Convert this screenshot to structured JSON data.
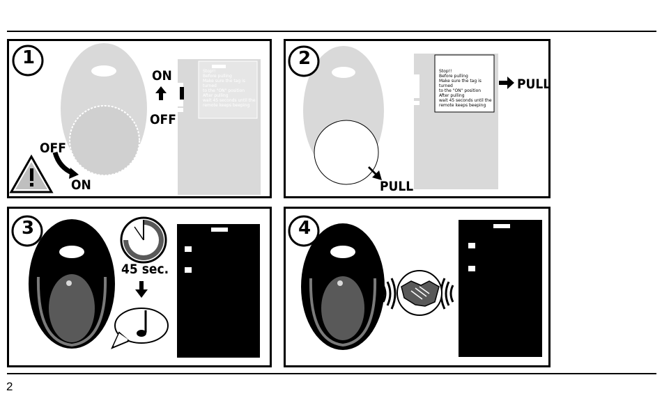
{
  "page_number": "2",
  "steps": [
    {
      "number": "1",
      "labels": {
        "on": "ON",
        "off": "OFF",
        "dial_off": "OFF",
        "dial_on": "ON"
      },
      "tag_text": [
        "Stop!!",
        "Before pulling",
        "Make sure the tag is turned",
        "to the \"ON\" position",
        "After pulling",
        "wait 45 seconds until the",
        "remote keeps beeping"
      ]
    },
    {
      "number": "2",
      "labels": {
        "pull_right": "PULL",
        "pull_bottom": "PULL"
      },
      "tag_text": [
        "Stop!!",
        "Before pulling",
        "Make sure the tag is turned",
        "to the \"ON\" position",
        "After pulling",
        "wait 45 seconds until the",
        "remote keeps beeping"
      ]
    },
    {
      "number": "3",
      "labels": {
        "timer": "45 sec."
      }
    },
    {
      "number": "4",
      "labels": {}
    }
  ],
  "icons": [
    "warning-triangle-icon",
    "up-arrow-icon",
    "curved-arrow-icon",
    "right-arrow-icon",
    "clock-icon",
    "down-arrow-icon",
    "speech-bubble-icon",
    "music-note-icon",
    "sound-wave-icon",
    "handshake-icon"
  ]
}
